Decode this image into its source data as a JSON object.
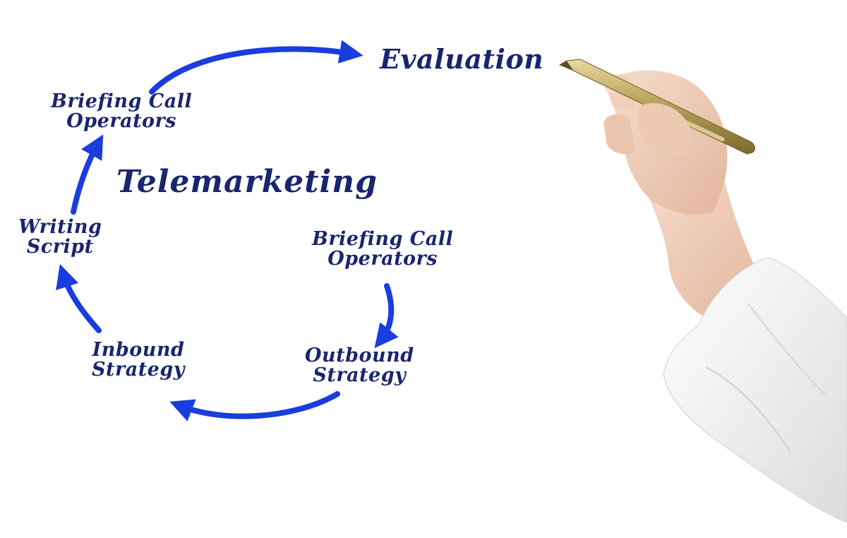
{
  "diagram": {
    "title": "Telemarketing",
    "nodes": [
      {
        "id": "evaluation",
        "lines": [
          "Evaluation"
        ]
      },
      {
        "id": "briefing-top",
        "lines": [
          "Briefing Call",
          "Operators"
        ]
      },
      {
        "id": "writing-script",
        "lines": [
          "Writing",
          "Script"
        ]
      },
      {
        "id": "inbound-strategy",
        "lines": [
          "Inbound",
          "Strategy"
        ]
      },
      {
        "id": "outbound-strategy",
        "lines": [
          "Outbound",
          "Strategy"
        ]
      },
      {
        "id": "briefing-right",
        "lines": [
          "Briefing Call",
          "Operators"
        ]
      }
    ],
    "edges": [
      {
        "from": "briefing-right",
        "to": "outbound-strategy"
      },
      {
        "from": "outbound-strategy",
        "to": "inbound-strategy"
      },
      {
        "from": "inbound-strategy",
        "to": "writing-script"
      },
      {
        "from": "writing-script",
        "to": "briefing-top"
      },
      {
        "from": "briefing-top",
        "to": "evaluation"
      }
    ],
    "colors": {
      "arrow": "#1a3de0",
      "text": "#1a2570"
    },
    "illustration": {
      "subject": "hand holding a gold pen, white sleeve"
    }
  }
}
